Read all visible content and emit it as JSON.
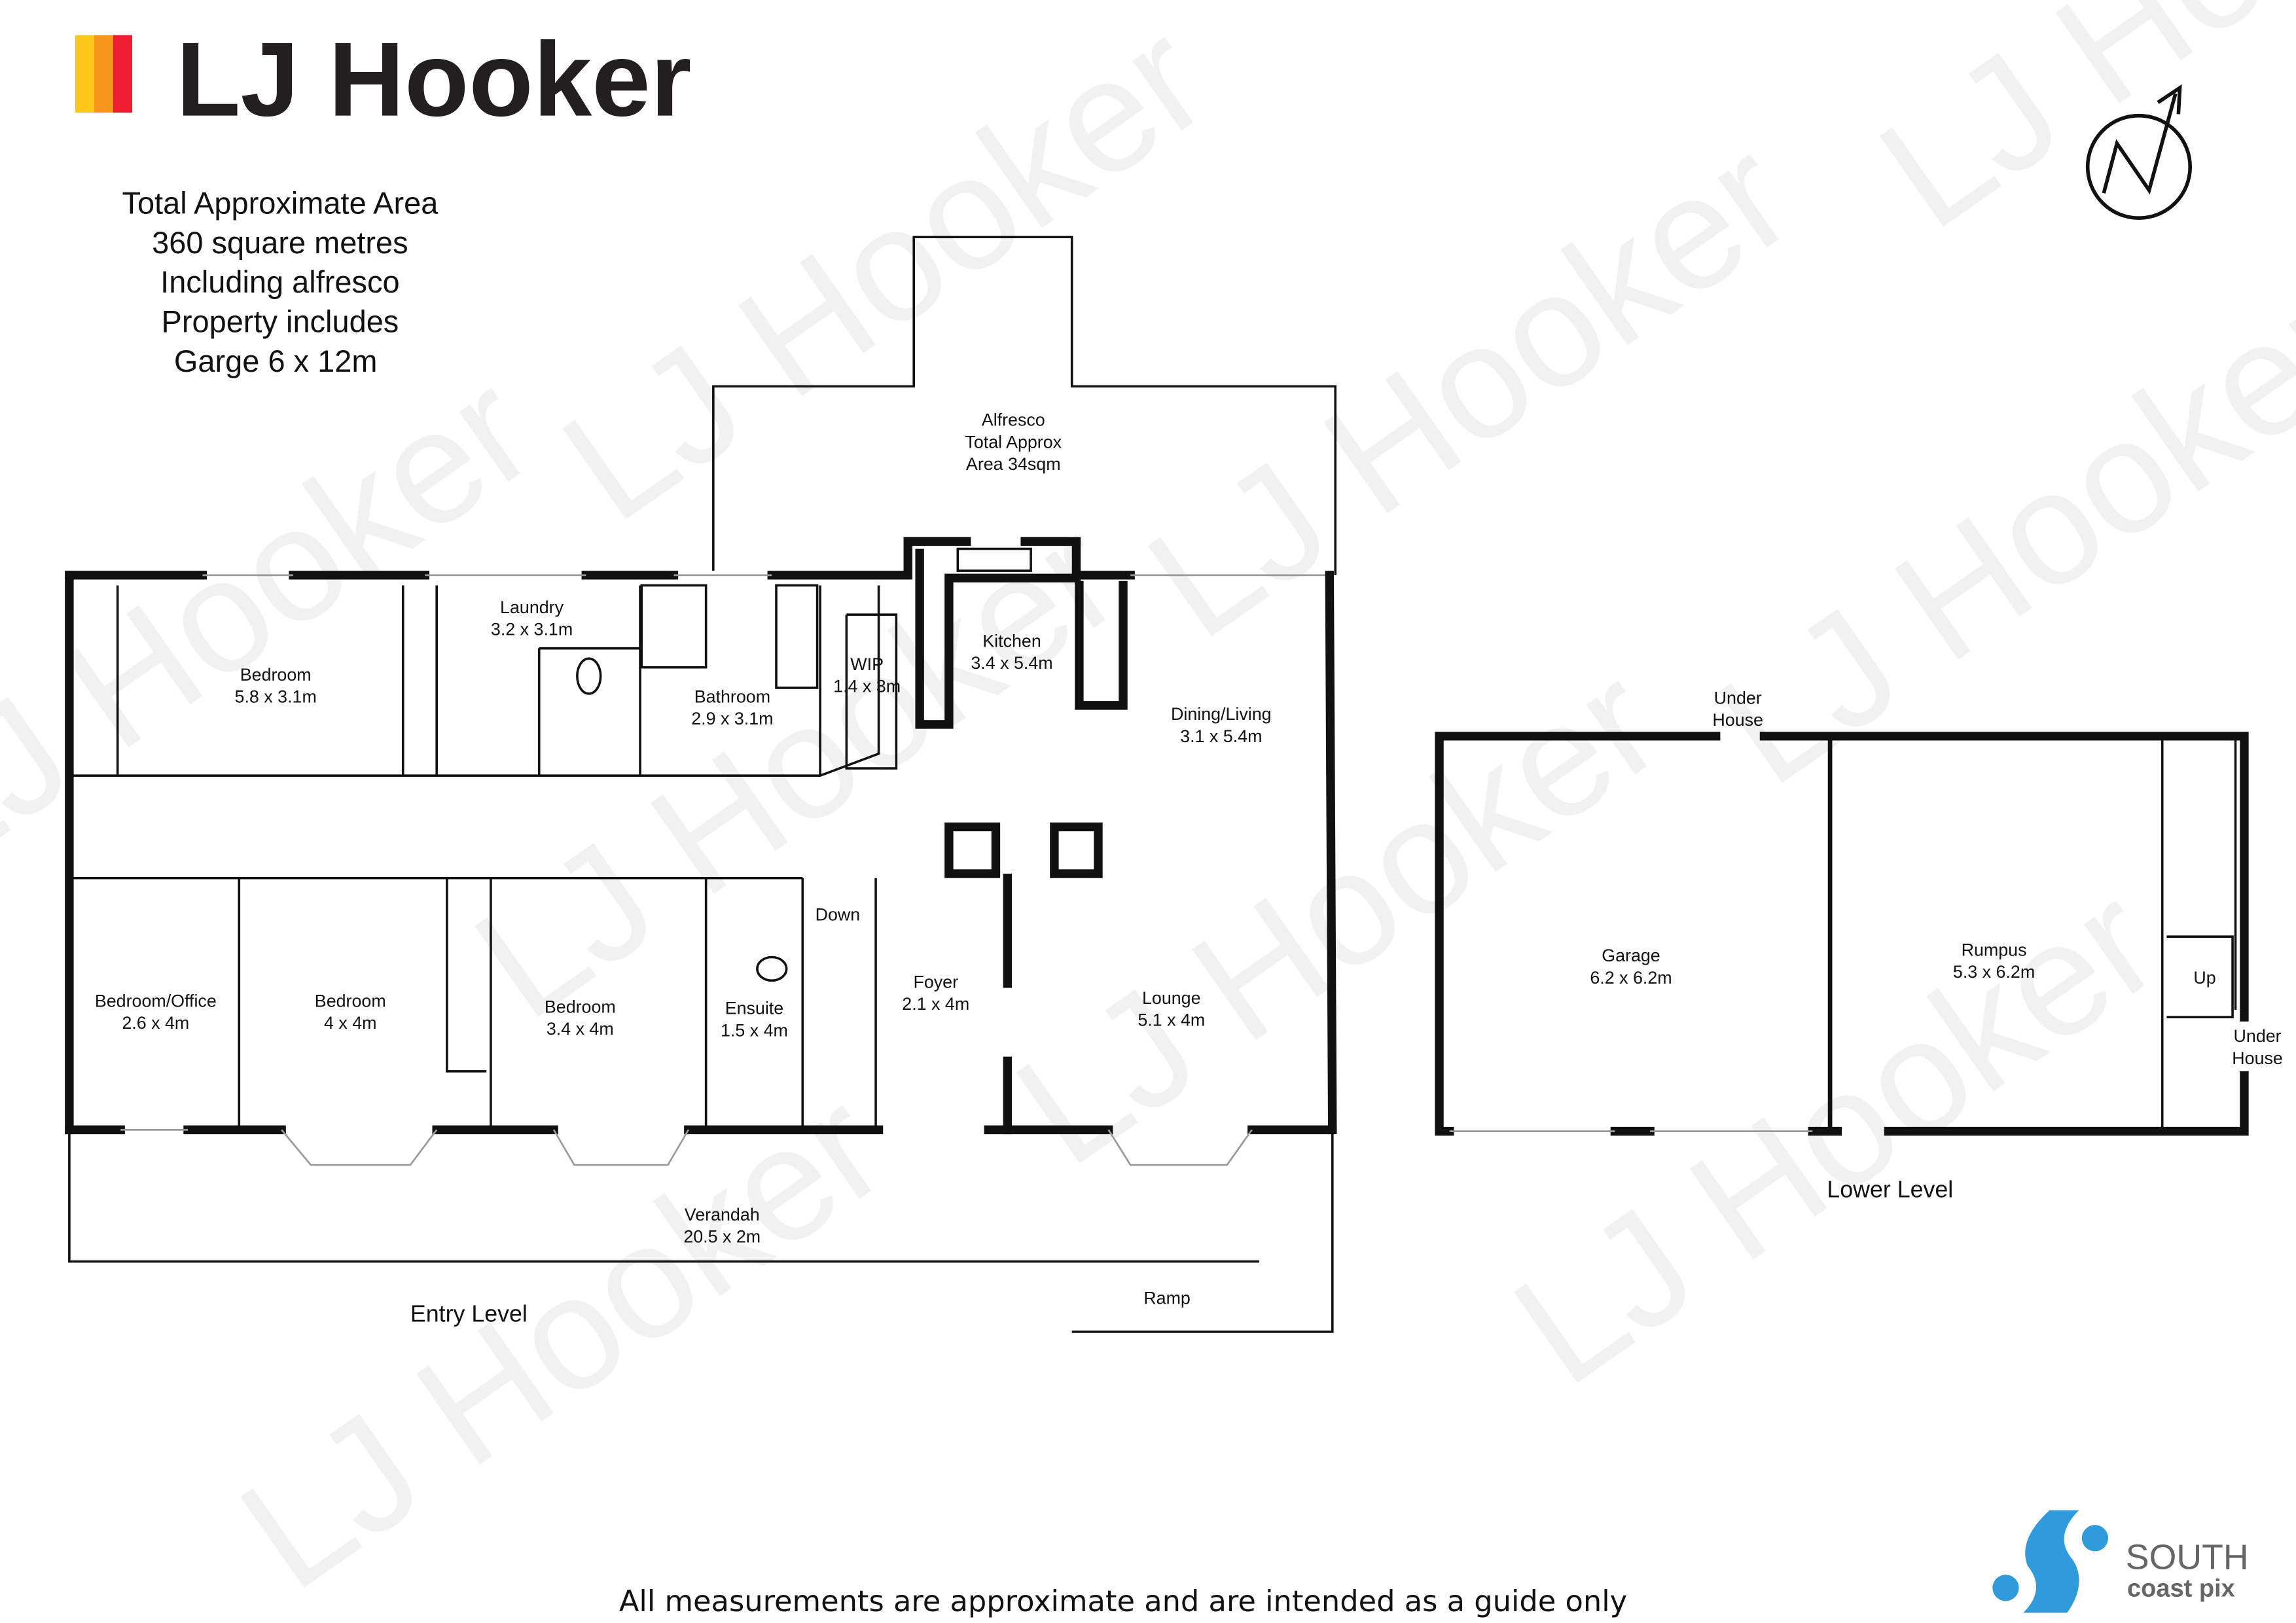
{
  "brand": {
    "name": "LJ Hooker",
    "colors": [
      "#FFC818",
      "#F7951D",
      "#ED1C2E"
    ]
  },
  "summary": [
    "Total Approximate Area",
    "360 square metres",
    "Including alfresco",
    "Property includes",
    "Garge 6 x 12m"
  ],
  "rooms": {
    "alfresco": [
      "Alfresco",
      "Total Approx",
      "Area 34sqm"
    ],
    "bedroom1": [
      "Bedroom",
      "5.8 x 3.1m"
    ],
    "laundry": [
      "Laundry",
      "3.2 x 3.1m"
    ],
    "bathroom": [
      "Bathroom",
      "2.9 x 3.1m"
    ],
    "wip": [
      "WIP",
      "1.4 x 3m"
    ],
    "kitchen": [
      "Kitchen",
      "3.4 x 5.4m"
    ],
    "dining": [
      "Dining/Living",
      "3.1 x 5.4m"
    ],
    "office": [
      "Bedroom/Office",
      "2.6 x 4m"
    ],
    "bedroom2": [
      "Bedroom",
      "4 x 4m"
    ],
    "bedroom3": [
      "Bedroom",
      "3.4 x 4m"
    ],
    "ensuite": [
      "Ensuite",
      "1.5 x 4m"
    ],
    "down": "Down",
    "foyer": [
      "Foyer",
      "2.1 x 4m"
    ],
    "lounge": [
      "Lounge",
      "5.1 x 4m"
    ],
    "verandah": [
      "Verandah",
      "20.5 x 2m"
    ],
    "ramp": "Ramp",
    "under_house_top": [
      "Under",
      "House"
    ],
    "garage": [
      "Garage",
      "6.2 x 6.2m"
    ],
    "rumpus": [
      "Rumpus",
      "5.3 x 6.2m"
    ],
    "up": "Up",
    "under_house_right": [
      "Under",
      "House"
    ]
  },
  "levels": {
    "entry": "Entry Level",
    "lower": "Lower Level"
  },
  "footer": "All measurements are approximate and are intended as a guide only",
  "photographer": {
    "line1": "SOUTH",
    "line2": "coast pix",
    "color": "#2F9BDB"
  },
  "watermark": "LJ Hooker"
}
